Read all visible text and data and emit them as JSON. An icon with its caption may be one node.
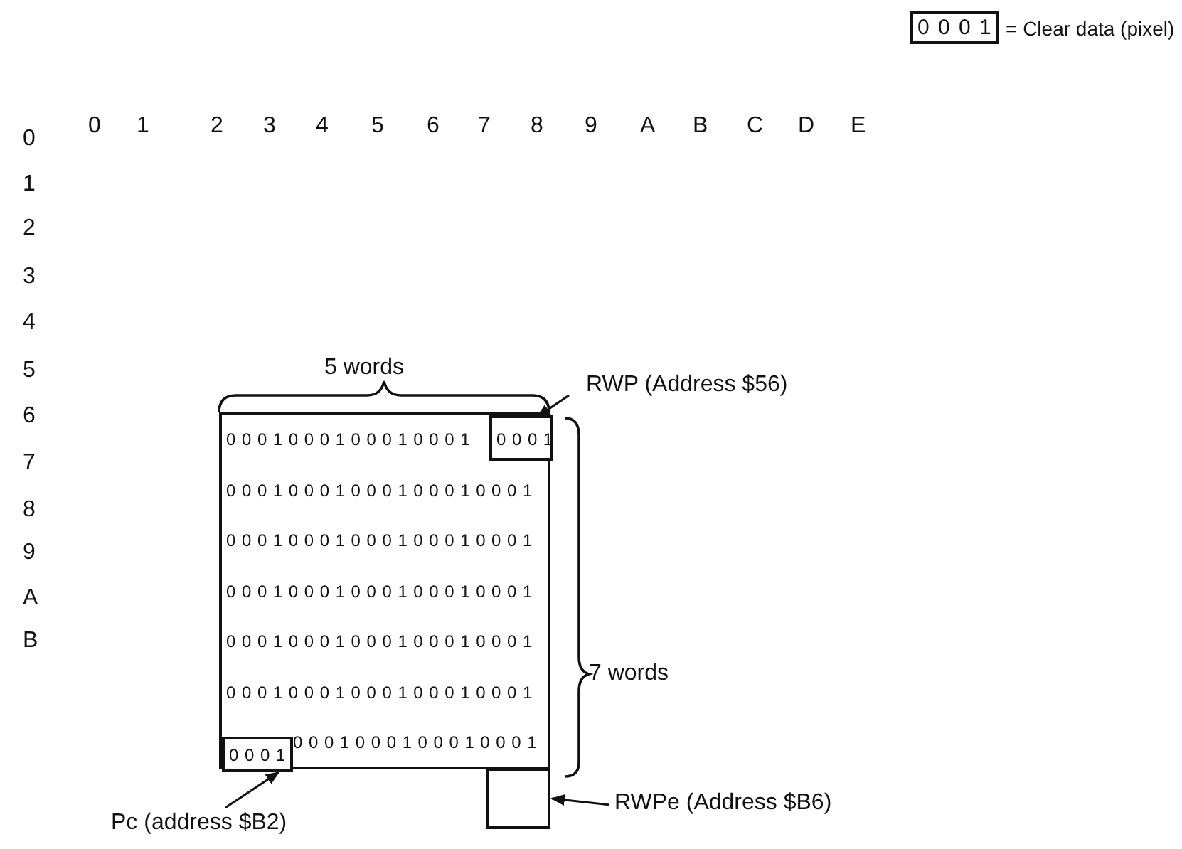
{
  "diagram": {
    "nodes": [
      {
        "text": [
          "0 0 0 1"
        ],
        "beside": [
          "= Clear data (pixel)"
        ]
      },
      {
        "text": [
          "0001000100010001",
          "00010001000100010001",
          "00010001000100010001",
          "00010001000100010001",
          "00010001000100010001",
          "00010001000100010001",
          "0001000100010001"
        ]
      },
      {
        "text": [
          "0001"
        ],
        "in": 1
      },
      {
        "text": [
          "0001"
        ],
        "in": 1
      },
      {
        "text": [],
        "shape": "box"
      },
      {
        "text": [
          "RWP (Address $56)"
        ]
      },
      {
        "text": [
          "Pc (address $B2)"
        ]
      },
      {
        "text": [
          "RWPe (Address $B6)"
        ]
      }
    ],
    "edges": [
      {
        "from": 5,
        "to": 2,
        "arrow": "to"
      },
      {
        "from": 6,
        "to": 3,
        "arrow": "to"
      },
      {
        "from": 7,
        "to": 4,
        "arrow": "to"
      }
    ],
    "labels": [
      "0",
      "1",
      "2",
      "3",
      "4",
      "5",
      "6",
      "7",
      "8",
      "9",
      "A",
      "B",
      "C",
      "D",
      "E",
      "0",
      "1",
      "2",
      "3",
      "5 words",
      "4",
      "5",
      "6",
      "7",
      "8",
      "7 words",
      "9",
      "A",
      "B"
    ]
  }
}
